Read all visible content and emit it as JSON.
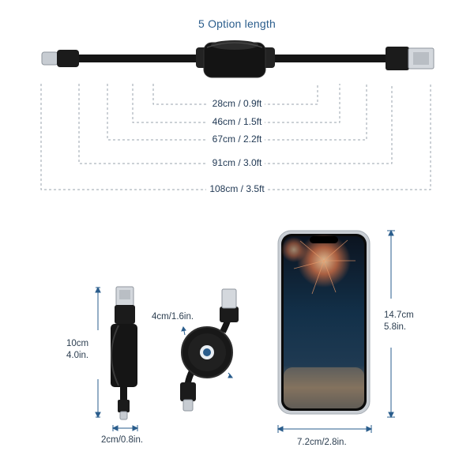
{
  "title": "5 Option length",
  "lengths": [
    "28cm / 0.9ft",
    "46cm / 1.5ft",
    "67cm / 2.2ft",
    "91cm / 3.0ft",
    "108cm / 3.5ft"
  ],
  "dimensions": {
    "cable_height": {
      "cm": "10cm",
      "in": "4.0in."
    },
    "cable_width": "2cm/0.8in.",
    "spool_thickness": "4cm/1.6in.",
    "phone_height": {
      "cm": "14.7cm",
      "in": "5.8in."
    },
    "phone_width": "7.2cm/2.8in."
  },
  "colors": {
    "accent": "#2a5d8c",
    "dash": "#9aa3ad",
    "cable": "#111111"
  }
}
